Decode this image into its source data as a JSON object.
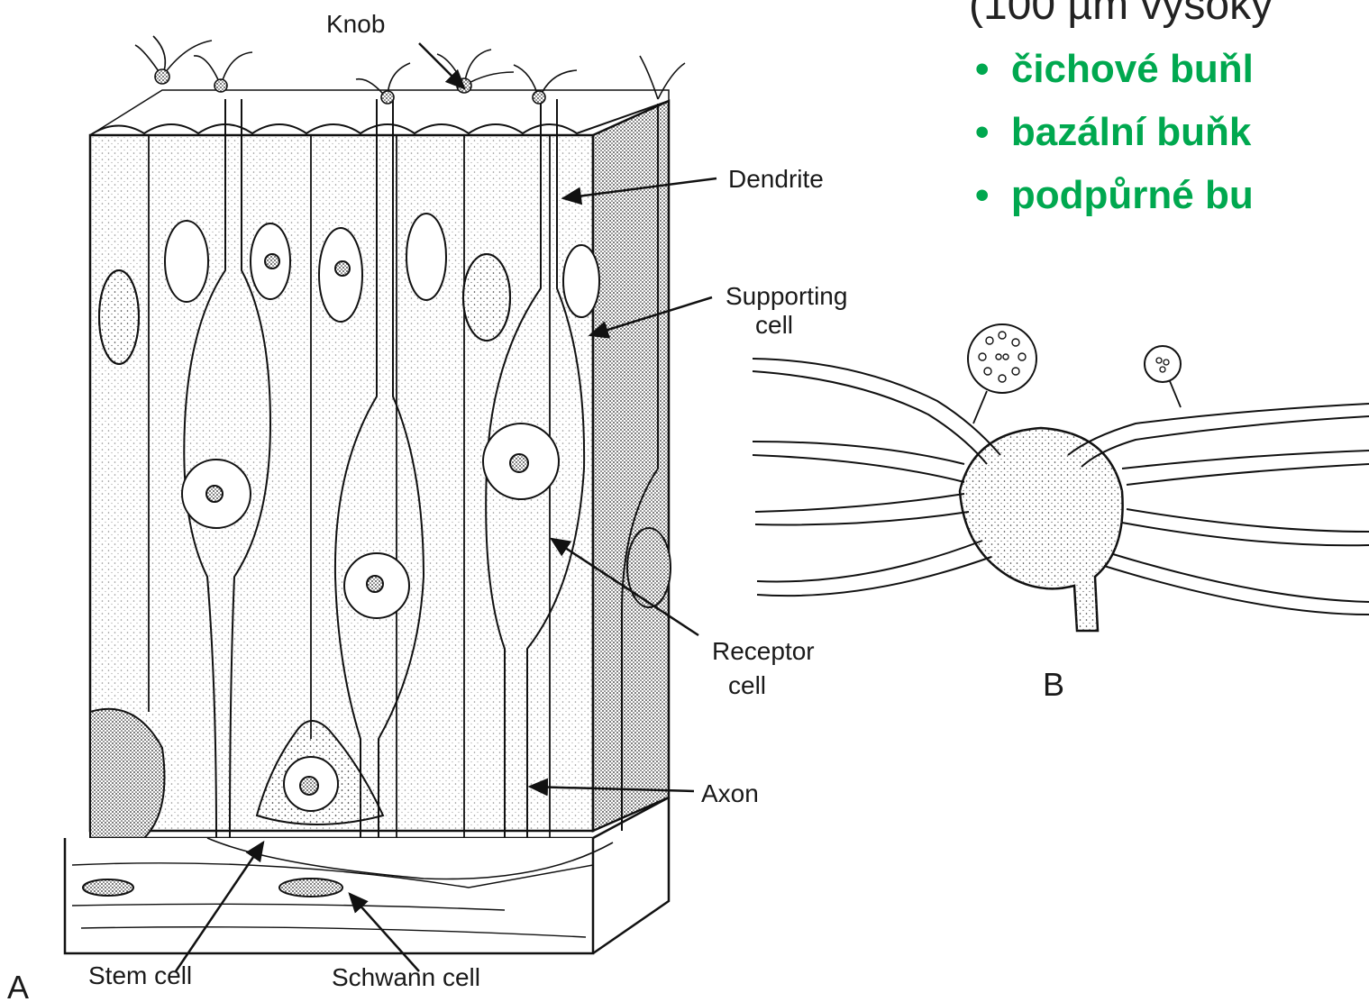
{
  "colors": {
    "bullet_green": "#00a84f",
    "ink": "#1a1a1a",
    "paper": "#ffffff"
  },
  "labels": {
    "knob": "Knob",
    "dendrite": "Dendrite",
    "supporting_line1": "Supporting",
    "supporting_line2": "cell",
    "receptor_line1": "Receptor",
    "receptor_line2": "cell",
    "axon": "Axon",
    "stem": "Stem cell",
    "schwann": "Schwann cell",
    "panel_a": "A",
    "panel_b": "B"
  },
  "slide": {
    "top_partial": "(100 µm vysoký",
    "bullets": [
      "čichové buňl",
      "bazální buňk",
      "podpůrné bu"
    ]
  }
}
